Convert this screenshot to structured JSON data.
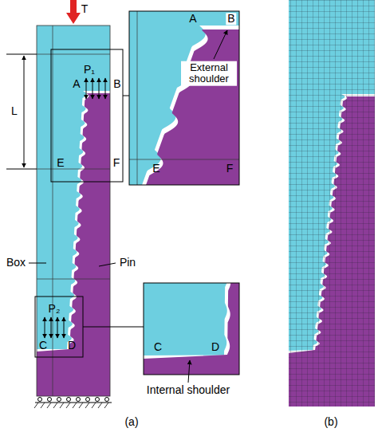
{
  "diagram": {
    "labels": [
      "T",
      "P₁",
      "A",
      "B",
      "L",
      "E",
      "F",
      "Box",
      "Pin",
      "P₂",
      "C",
      "D",
      "A",
      "B",
      "External shoulder",
      "E",
      "F",
      "C",
      "D",
      "Internal shoulder",
      "(a)",
      "(b)"
    ]
  }
}
